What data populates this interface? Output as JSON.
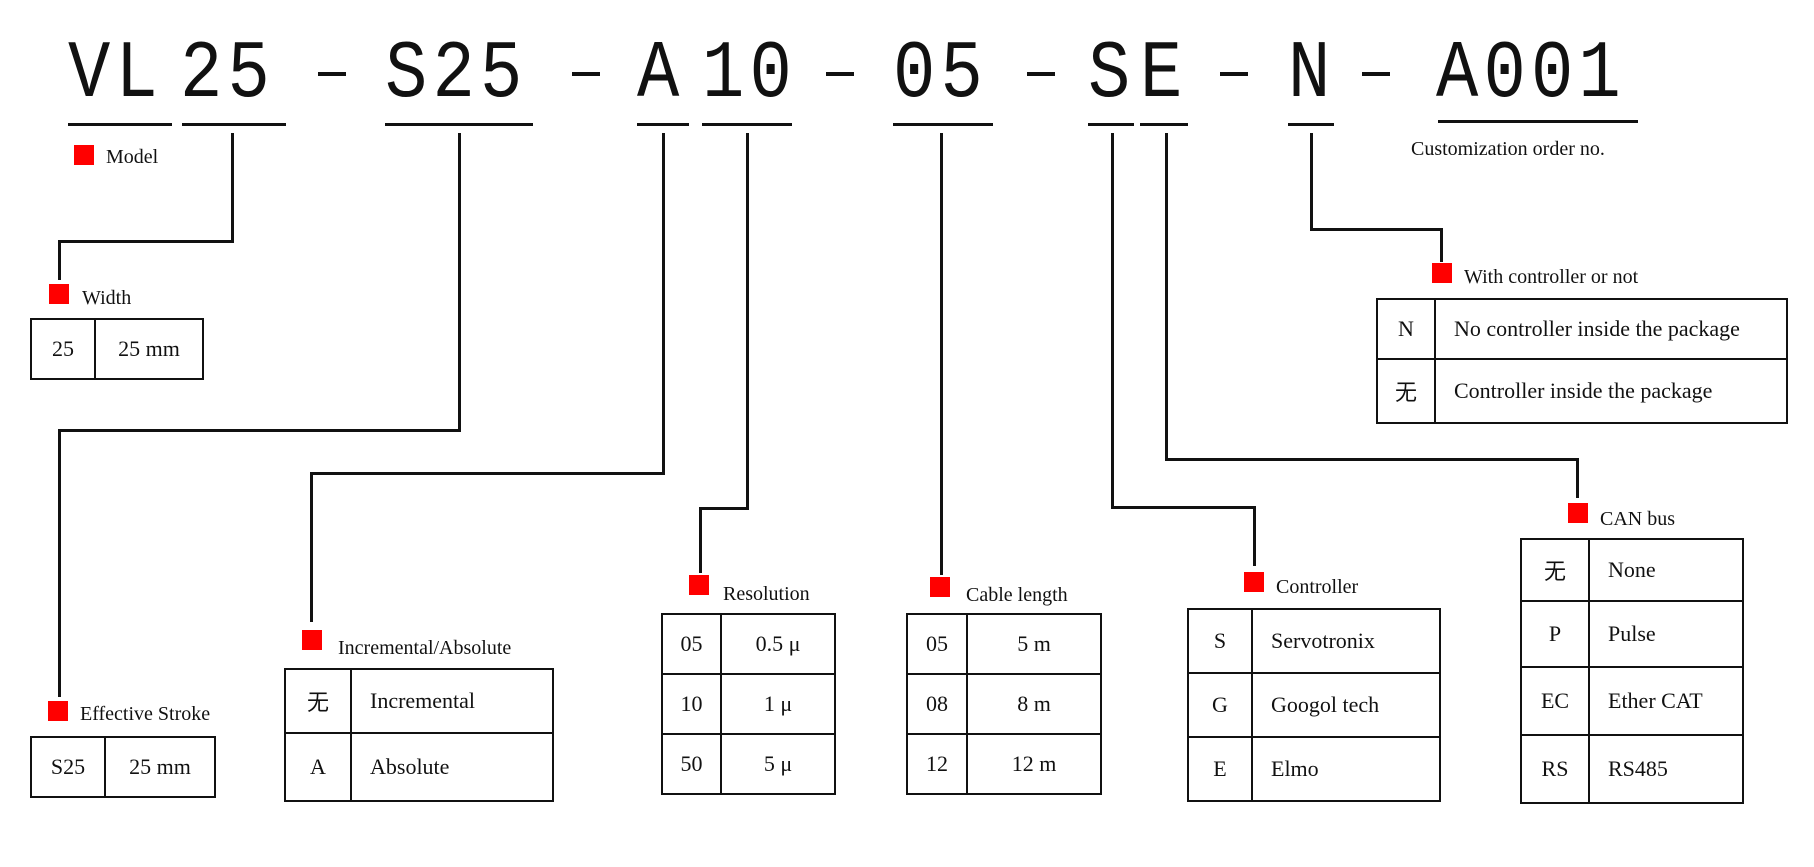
{
  "code": {
    "segments": [
      "VL",
      "25",
      "S25",
      "A",
      "10",
      "05",
      "S",
      "E",
      "N",
      "A001"
    ],
    "separator": "-"
  },
  "order_label": "Customization order no.",
  "marker_color": "#ff0000",
  "groups": {
    "model": {
      "title": "Model"
    },
    "width": {
      "title": "Width",
      "rows": [
        {
          "code": "25",
          "desc": "25 mm"
        }
      ]
    },
    "stroke": {
      "title": "Effective Stroke",
      "rows": [
        {
          "code": "S25",
          "desc": "25 mm"
        }
      ]
    },
    "encoder": {
      "title": "Incremental/Absolute",
      "rows": [
        {
          "code": "无",
          "desc": "Incremental"
        },
        {
          "code": "A",
          "desc": "Absolute"
        }
      ]
    },
    "resolution": {
      "title": "Resolution",
      "rows": [
        {
          "code": "05",
          "desc": "0.5 μ"
        },
        {
          "code": "10",
          "desc": "1 μ"
        },
        {
          "code": "50",
          "desc": "5 μ"
        }
      ]
    },
    "cable": {
      "title": "Cable length",
      "rows": [
        {
          "code": "05",
          "desc": "5 m"
        },
        {
          "code": "08",
          "desc": "8 m"
        },
        {
          "code": "12",
          "desc": "12 m"
        }
      ]
    },
    "controller": {
      "title": "Controller",
      "rows": [
        {
          "code": "S",
          "desc": "Servotronix"
        },
        {
          "code": "G",
          "desc": "Googol tech"
        },
        {
          "code": "E",
          "desc": "Elmo"
        }
      ]
    },
    "canbus": {
      "title": "CAN bus",
      "rows": [
        {
          "code": "无",
          "desc": "None"
        },
        {
          "code": "P",
          "desc": "Pulse"
        },
        {
          "code": "EC",
          "desc": "Ether CAT"
        },
        {
          "code": "RS",
          "desc": "RS485"
        }
      ]
    },
    "with_controller": {
      "title": "With controller or not",
      "rows": [
        {
          "code": "N",
          "desc": "No controller inside the package"
        },
        {
          "code": "无",
          "desc": "Controller inside the package"
        }
      ]
    }
  }
}
